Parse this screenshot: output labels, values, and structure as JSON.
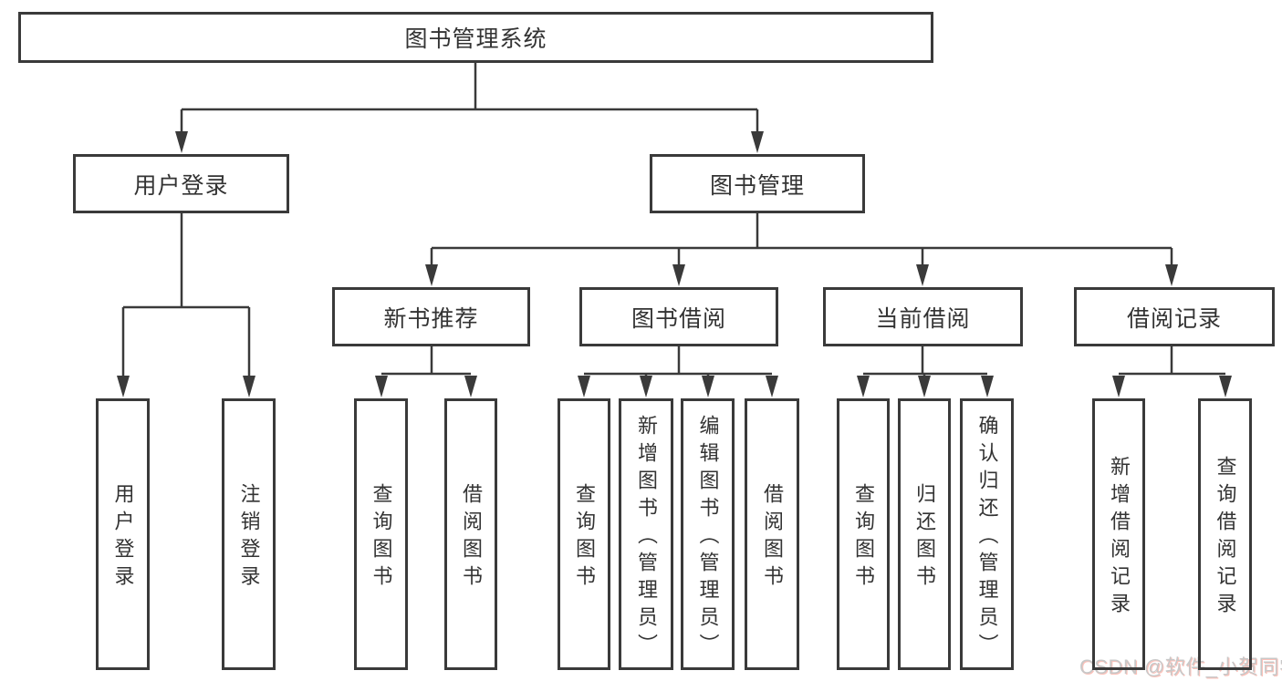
{
  "diagram_title": "图书管理系统",
  "tree": {
    "root": {
      "label": "图书管理系统",
      "children": [
        {
          "label": "用户登录",
          "children": [
            {
              "label": "用户登录"
            },
            {
              "label": "注销登录"
            }
          ]
        },
        {
          "label": "图书管理",
          "children": [
            {
              "label": "新书推荐",
              "children": [
                {
                  "label": "查询图书"
                },
                {
                  "label": "借阅图书"
                }
              ]
            },
            {
              "label": "图书借阅",
              "children": [
                {
                  "label": "查询图书"
                },
                {
                  "label": "新增图书（管理员）"
                },
                {
                  "label": "编辑图书（管理员）"
                },
                {
                  "label": "借阅图书"
                }
              ]
            },
            {
              "label": "当前借阅",
              "children": [
                {
                  "label": "查询图书"
                },
                {
                  "label": "归还图书"
                },
                {
                  "label": "确认归还（管理员）"
                }
              ]
            },
            {
              "label": "借阅记录",
              "children": [
                {
                  "label": "新增借阅记录"
                },
                {
                  "label": "查询借阅记录"
                }
              ]
            }
          ]
        }
      ]
    }
  },
  "watermark": {
    "text": "CSDN @软件_小贺同学"
  },
  "colors": {
    "line": "#3a3a3a",
    "text": "#333333",
    "background": "#ffffff",
    "watermark": "#c8c8c8"
  }
}
